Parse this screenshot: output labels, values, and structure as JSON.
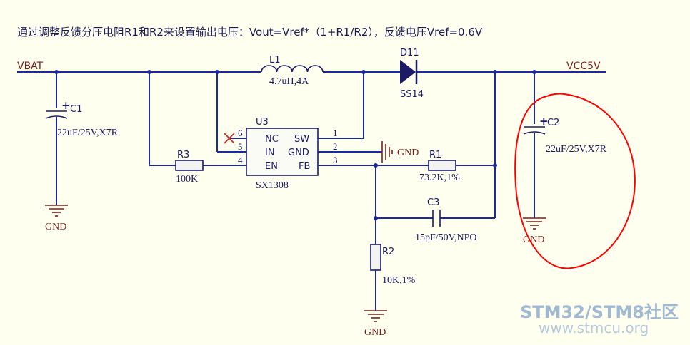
{
  "title": "通过调整反馈分压电阻R1和R2来设置输出电压：Vout=Vref*（1+R1/R2），反馈电压Vref=0.6V",
  "nets": {
    "vbat": "VBAT",
    "vcc5v": "VCC5V",
    "gnd": "GND"
  },
  "components": {
    "c1": {
      "ref": "C1",
      "value": "22uF/25V,X7R"
    },
    "c2": {
      "ref": "C2",
      "value": "22uF/25V,X7R"
    },
    "c3": {
      "ref": "C3",
      "value": "15pF/50V,NPO"
    },
    "l1": {
      "ref": "L1",
      "value": "4.7uH,4A"
    },
    "d11": {
      "ref": "D11",
      "value": "SS14"
    },
    "r1": {
      "ref": "R1",
      "value": "73.2K,1%"
    },
    "r2": {
      "ref": "R2",
      "value": "10K,1%"
    },
    "r3": {
      "ref": "R3",
      "value": "100K"
    },
    "u3": {
      "ref": "U3",
      "part": "SX1308",
      "pins_left": [
        {
          "num": "6",
          "name": "NC"
        },
        {
          "num": "5",
          "name": "IN"
        },
        {
          "num": "4",
          "name": "EN"
        }
      ],
      "pins_right": [
        {
          "num": "1",
          "name": "SW"
        },
        {
          "num": "2",
          "name": "GND"
        },
        {
          "num": "3",
          "name": "FB"
        }
      ]
    }
  },
  "watermark": {
    "brand": "STM32/STM8社区",
    "url": "www.stmcu.org"
  },
  "colors": {
    "wire": "#1a2a9a",
    "net_label": "#7a1f1f",
    "annotation": "#ff0000",
    "background": "#ffffef"
  }
}
